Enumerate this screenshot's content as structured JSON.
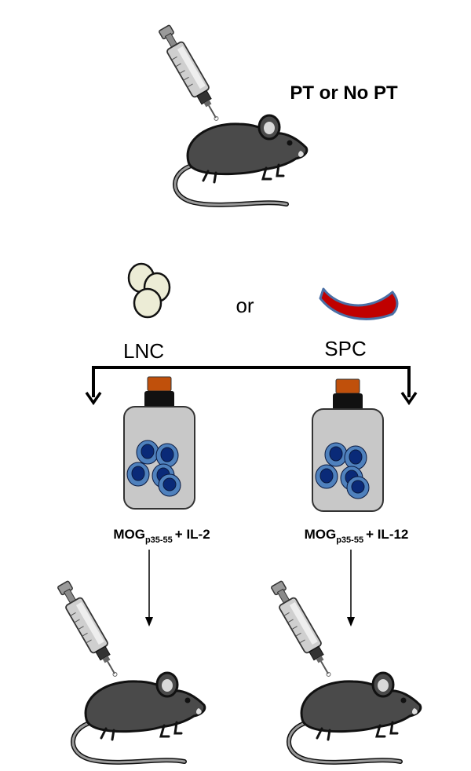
{
  "top": {
    "condition_label": "PT or No PT"
  },
  "sources": {
    "left_label": "LNC",
    "connector": "or",
    "right_label": "SPC"
  },
  "cultures": [
    {
      "antigen": "MOG",
      "antigen_subscript": "p35-55",
      "cytokine_suffix": "+ IL-2"
    },
    {
      "antigen": "MOG",
      "antigen_subscript": "p35-55",
      "cytokine_suffix": "+ IL-12"
    }
  ],
  "colors": {
    "mouse_body": "#4a4a4a",
    "mouse_outline": "#111111",
    "mouse_ear_inner": "#d9d9d9",
    "lymph_node": "#ececd6",
    "spleen_fill": "#c00000",
    "spleen_outline": "#4a6fa5",
    "flask_body": "#c8c8c8",
    "flask_cap": "#c0500b",
    "flask_neck": "#111111",
    "cell_outer": "#4f81bd",
    "cell_inner": "#0a2a78",
    "syringe_glass": "#bfbfbf"
  },
  "icons": [
    "syringe-icon",
    "mouse-icon",
    "lymph-node-cells-icon",
    "spleen-icon",
    "culture-flask-icon"
  ]
}
